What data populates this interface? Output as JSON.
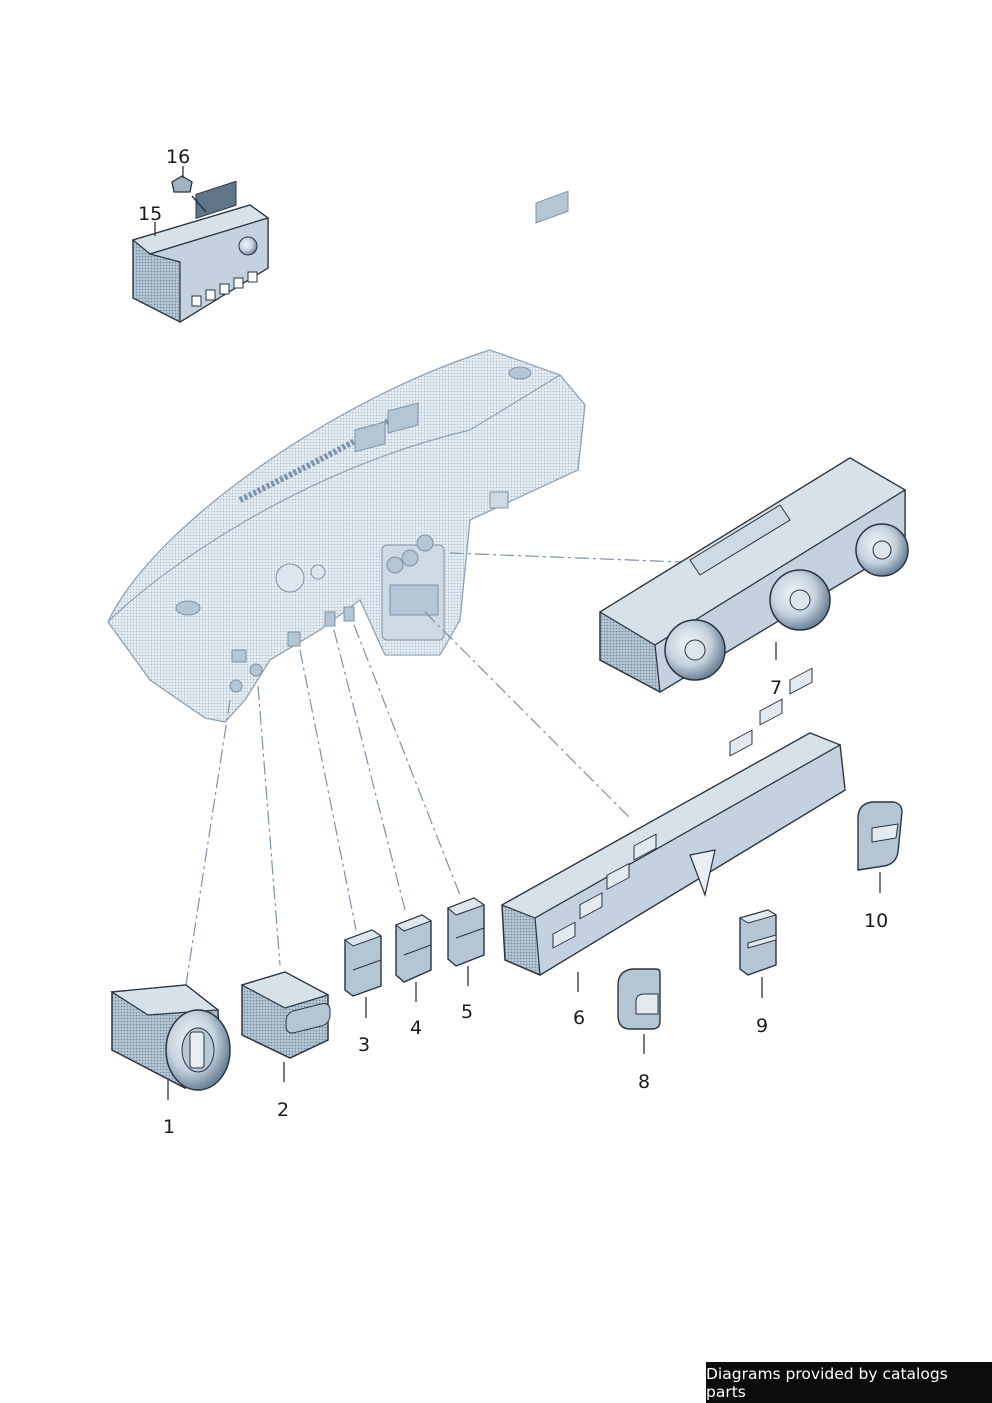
{
  "callouts": {
    "c1": "1",
    "c2": "2",
    "c3": "3",
    "c4": "4",
    "c5": "5",
    "c6": "6",
    "c7": "7",
    "c8": "8",
    "c9": "9",
    "c10": "10",
    "c15": "15",
    "c16": "16"
  },
  "footer": {
    "text": "Diagrams provided by catalogs parts"
  },
  "colors": {
    "part_fill": "#b8c8d6",
    "part_dark": "#6a8298",
    "outline": "#2a3440",
    "leader": "#7d93a8",
    "dashboard": "#d9e2ea"
  }
}
